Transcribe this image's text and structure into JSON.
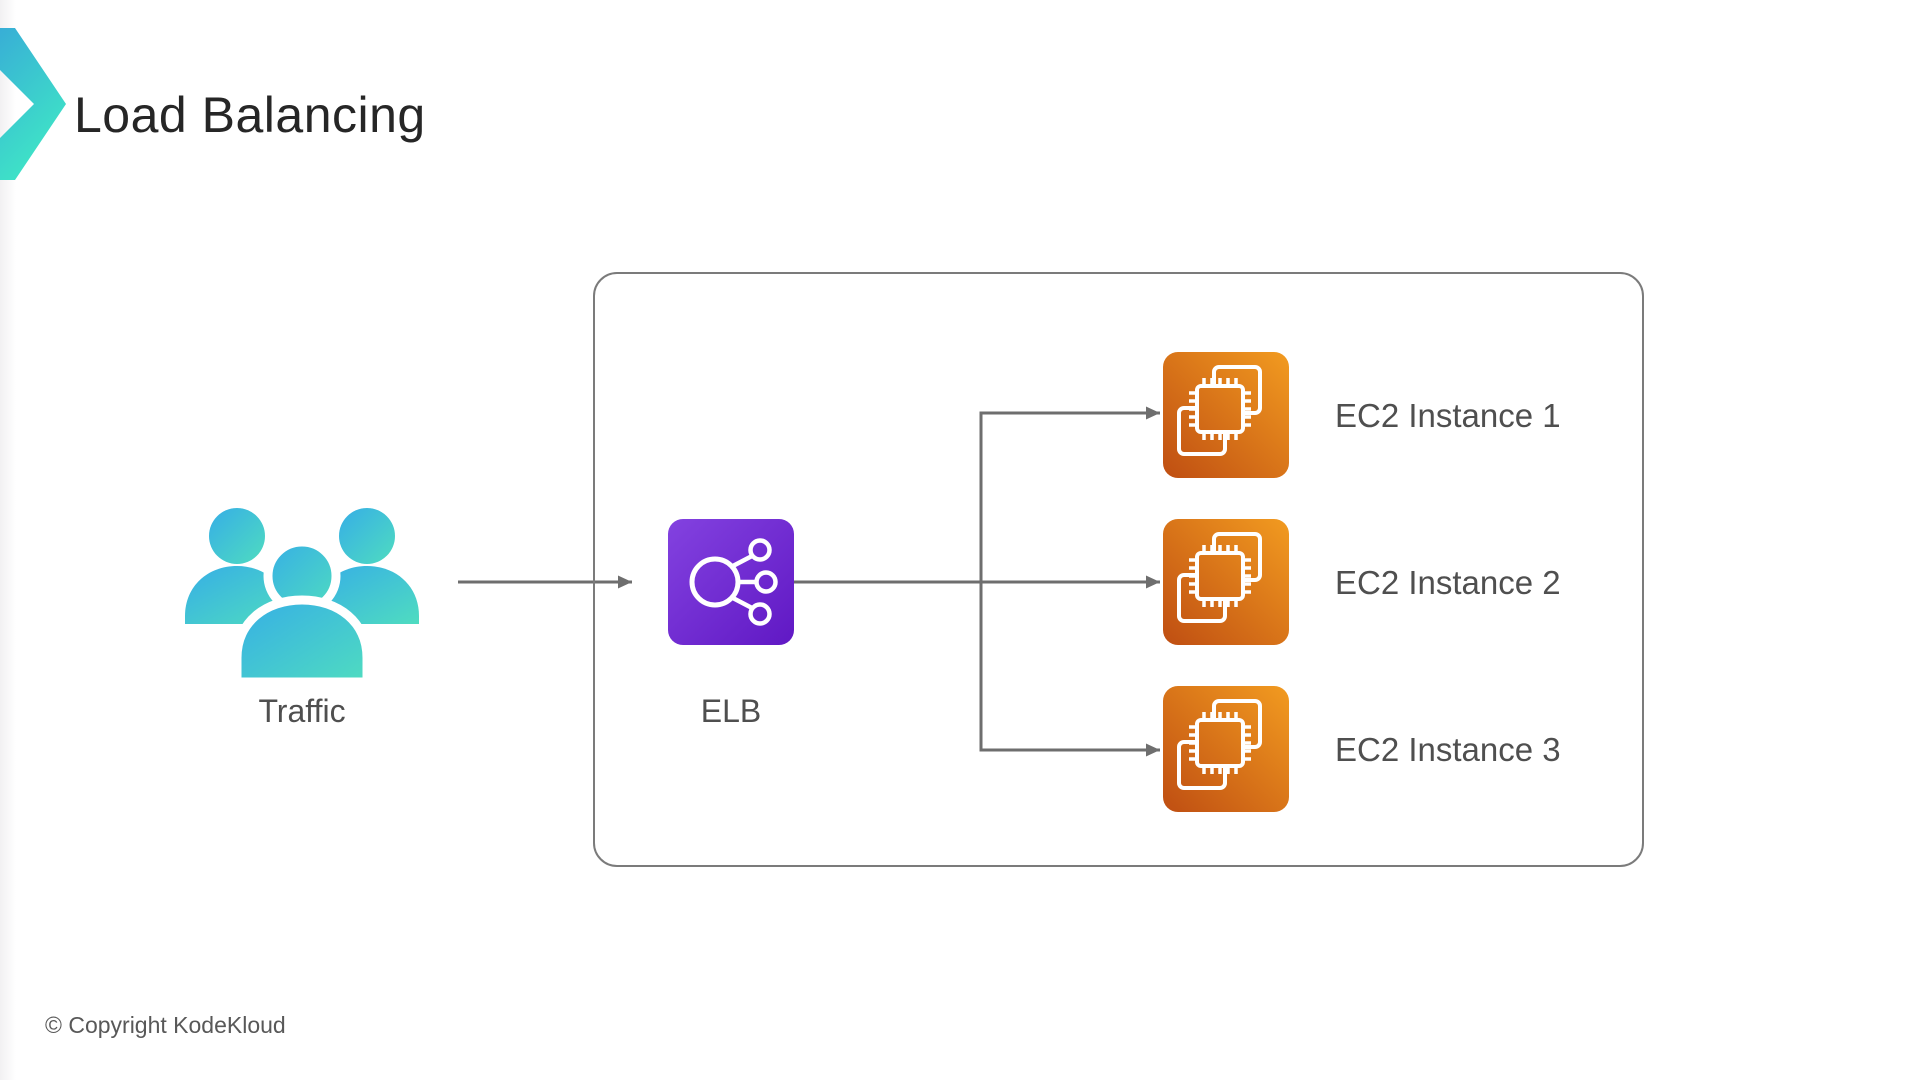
{
  "slide": {
    "title": "Load Balancing",
    "copyright": "© Copyright KodeKloud",
    "logo_icon": "kodekloud-chevron-logo"
  },
  "colors": {
    "traffic_teal_start": "#36aee6",
    "traffic_teal_end": "#4fdcc0",
    "elb_purple_start": "#8040dd",
    "elb_purple_end": "#6018c4",
    "ec2_orange_start": "#bf4e12",
    "ec2_orange_end": "#f29b20",
    "connector_gray": "#6e6e6e",
    "box_border_gray": "#7b7b7b",
    "label_gray": "#4f4f4f",
    "title_black": "#262626"
  },
  "diagram": {
    "source": {
      "label": "Traffic",
      "icon": "users-group-icon"
    },
    "load_balancer": {
      "label": "ELB",
      "icon": "load-balancer-icon"
    },
    "instances": [
      {
        "label": "EC2 Instance 1",
        "icon": "ec2-chip-icon"
      },
      {
        "label": "EC2 Instance 2",
        "icon": "ec2-chip-icon"
      },
      {
        "label": "EC2 Instance 3",
        "icon": "ec2-chip-icon"
      }
    ]
  }
}
